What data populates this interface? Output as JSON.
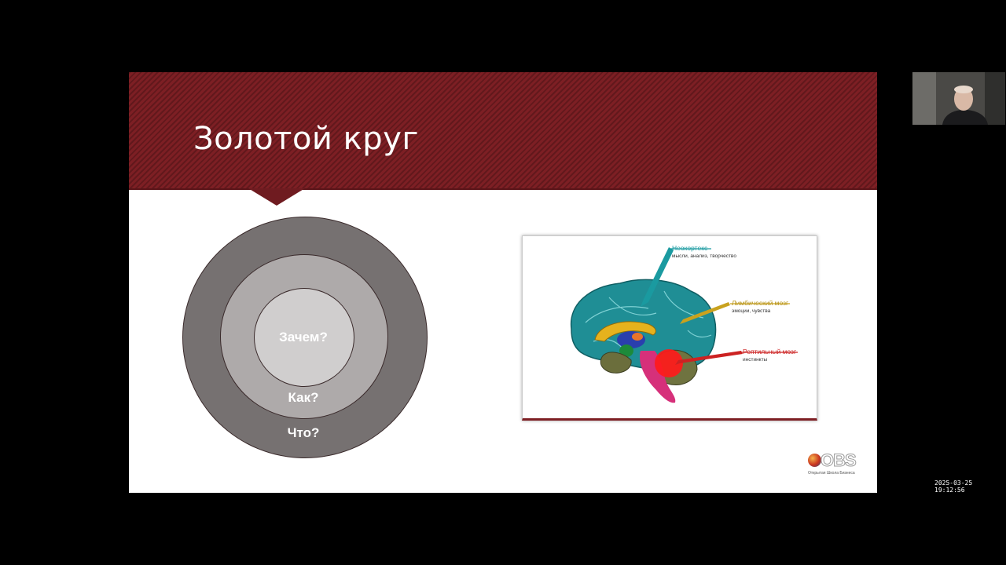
{
  "slide": {
    "title": "Золотой круг",
    "circles": {
      "inner": "Зачем?",
      "middle": "Как?",
      "outer": "Что?",
      "colors": {
        "outer": "#767171",
        "middle": "#aeaaaa",
        "inner": "#d0cece"
      }
    },
    "brain": {
      "neocortex": {
        "title": "Неокортекс",
        "sub": "мысли, анализ, творчество",
        "color": "#1a9aa0"
      },
      "limbic": {
        "title": "Лимбический мозг",
        "sub": "эмоции, чувства",
        "color": "#c9a21e"
      },
      "reptilian": {
        "title": "Рептильный мозг",
        "sub": "инстинкты",
        "color": "#cc2222"
      }
    },
    "logo": {
      "name": "OBS",
      "tagline": "Открытая Школа Бизнеса"
    },
    "accent_color": "#7d1f24"
  },
  "webcam": {
    "icon": "person-video-icon"
  },
  "timestamp": "2025-03-25  19:12:56"
}
